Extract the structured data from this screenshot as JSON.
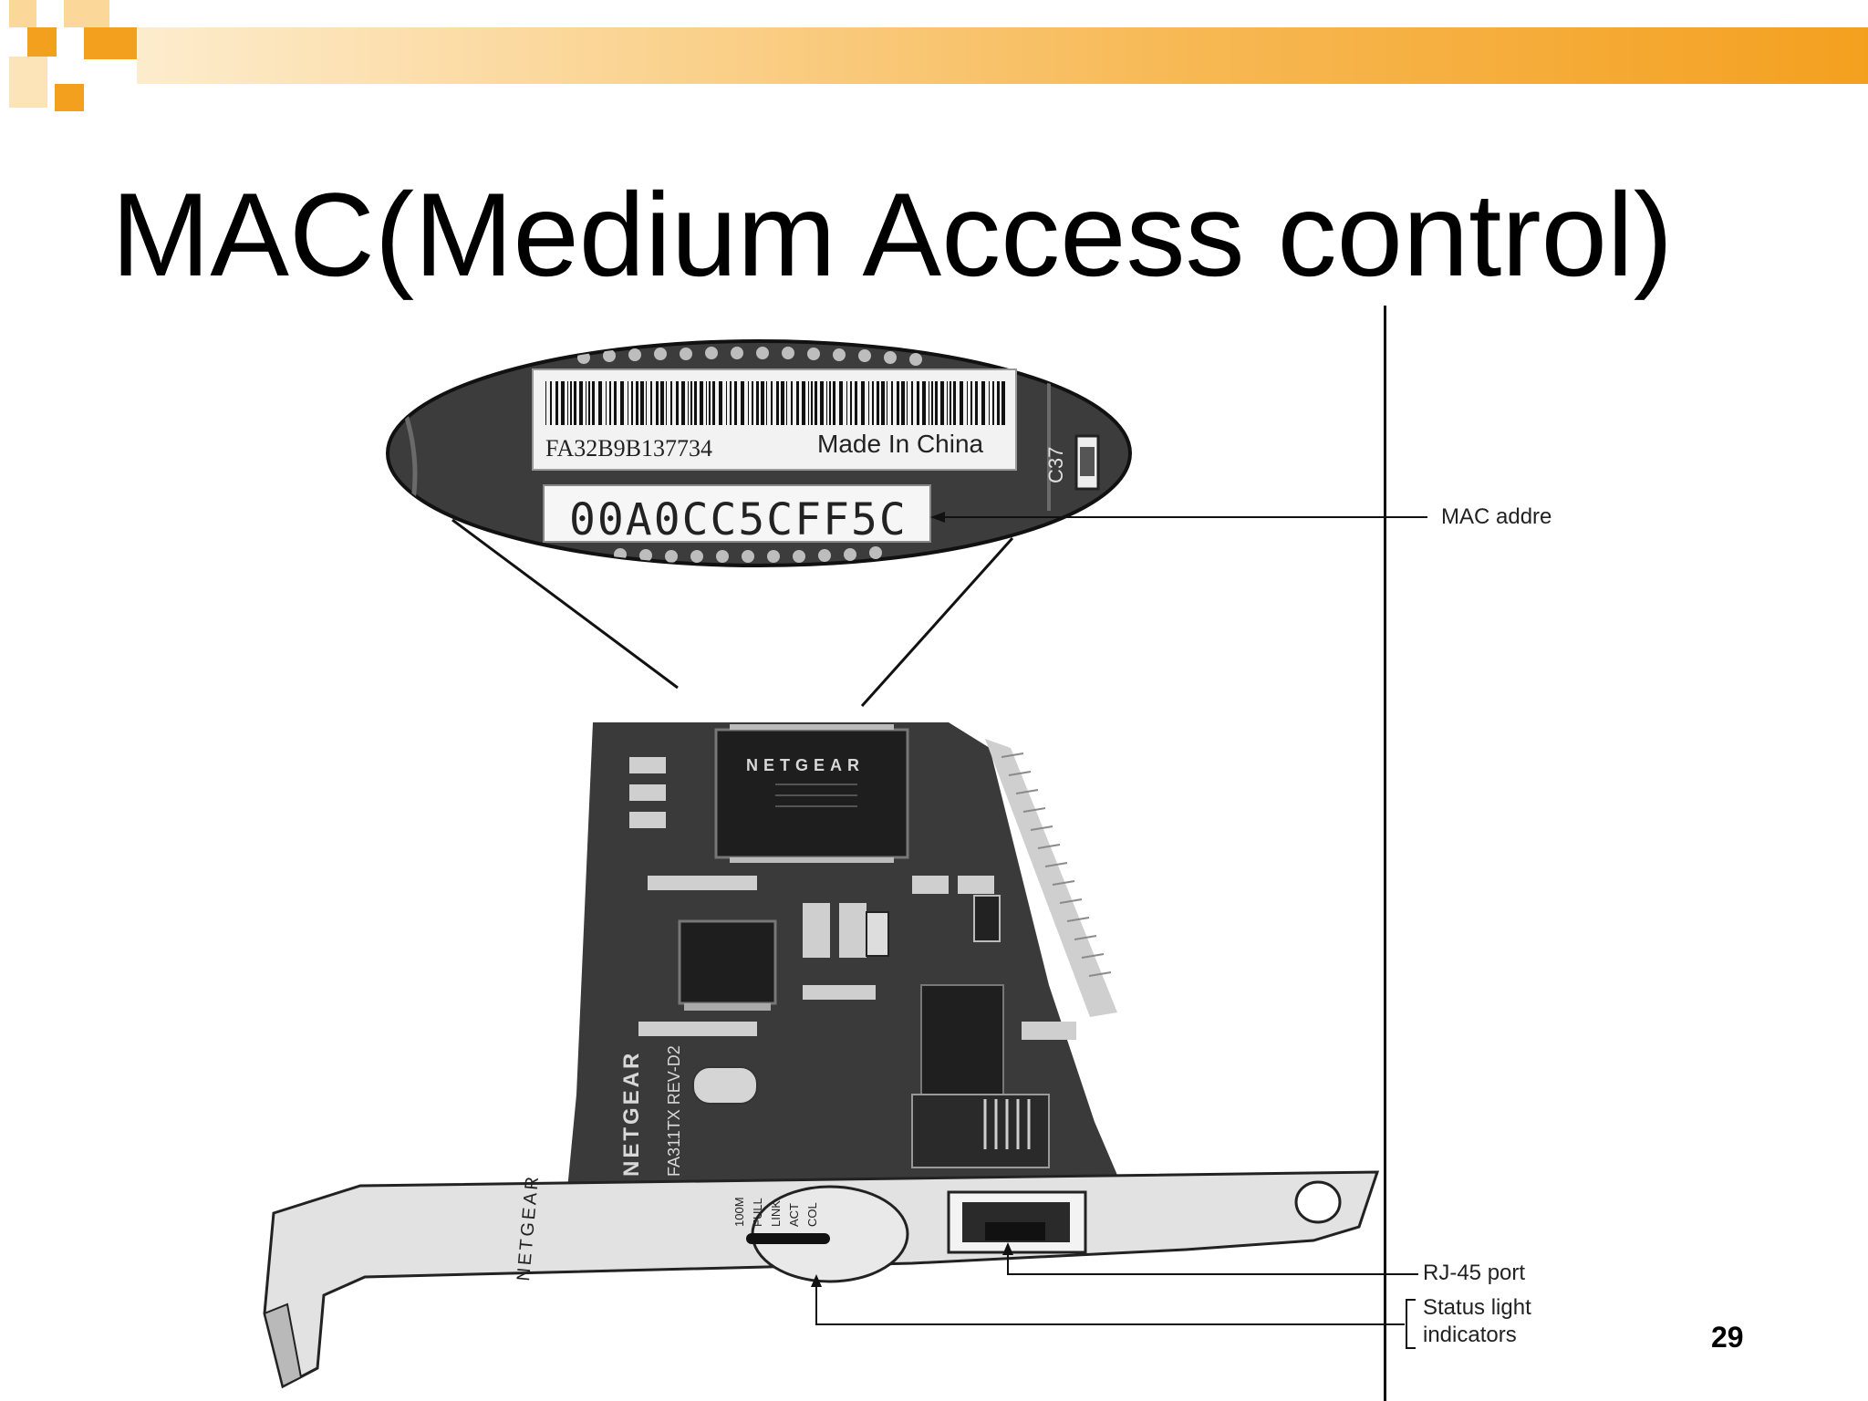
{
  "slide": {
    "title": "MAC(Medium Access control)",
    "page_number": "29"
  },
  "label_zoom": {
    "serial": "FA32B9B137734",
    "made_in": "Made In China",
    "mac": "00A0CC5CFF5C",
    "component_ref": "C37"
  },
  "card": {
    "chip_brand": "NETGEAR",
    "bracket_brand": "NETGEAR",
    "pcb_brand": "NETGEAR",
    "model": "FA311TX REV-D2",
    "leds": [
      "100M",
      "FULL",
      "LINK",
      "ACT",
      "COL"
    ]
  },
  "callouts": {
    "mac_address": "MAC addre",
    "rj45": "RJ-45 port",
    "status_line1": "Status light",
    "status_line2": "indicators"
  },
  "colors": {
    "accent_orange": "#f4a01f",
    "accent_light": "#fbd79a",
    "pcb": "#3a3a3a"
  }
}
